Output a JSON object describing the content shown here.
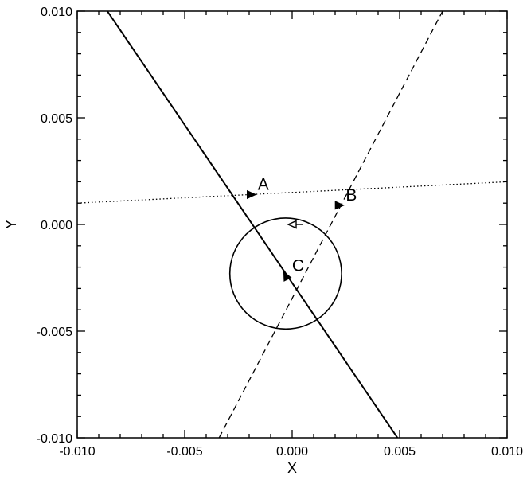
{
  "chart_data": {
    "type": "line",
    "title": "",
    "xlabel": "X",
    "ylabel": "Y",
    "xlim": [
      -0.01,
      0.01
    ],
    "ylim": [
      -0.01,
      0.01
    ],
    "xticks": [
      -0.01,
      -0.005,
      0.0,
      0.005,
      0.01
    ],
    "yticks": [
      -0.01,
      -0.005,
      0.0,
      0.005,
      0.01
    ],
    "xtick_labels": [
      "-0.010",
      "-0.005",
      "0.000",
      "0.005",
      "0.010"
    ],
    "ytick_labels": [
      "-0.010",
      "-0.005",
      "0.000",
      "0.005",
      "0.010"
    ],
    "grid": false,
    "line_color": "#000000",
    "series": [
      {
        "style": "solid",
        "x": [
          -0.0086,
          0.0049
        ],
        "y": [
          0.01,
          -0.01
        ]
      },
      {
        "style": "dashed",
        "x": [
          -0.0034,
          0.007
        ],
        "y": [
          -0.01,
          0.01
        ]
      },
      {
        "style": "dotted",
        "x": [
          -0.01,
          0.01
        ],
        "y": [
          0.001,
          0.002
        ]
      }
    ],
    "circle": {
      "center": [
        -0.0003,
        -0.0023
      ],
      "radius": 0.0026
    },
    "markers": [
      {
        "label": "A",
        "x": -0.0019,
        "y": 0.0014,
        "dx": 1,
        "dy": 0
      },
      {
        "label": "B",
        "x": 0.0022,
        "y": 0.0009,
        "dx": 1,
        "dy": 0
      },
      {
        "label": "C",
        "x": -0.0003,
        "y": -0.0024,
        "dx": -0.5,
        "dy": 1
      },
      {
        "label": "",
        "x": 0.0,
        "y": 0.0,
        "dx": -1,
        "dy": 0,
        "open": true
      }
    ]
  }
}
